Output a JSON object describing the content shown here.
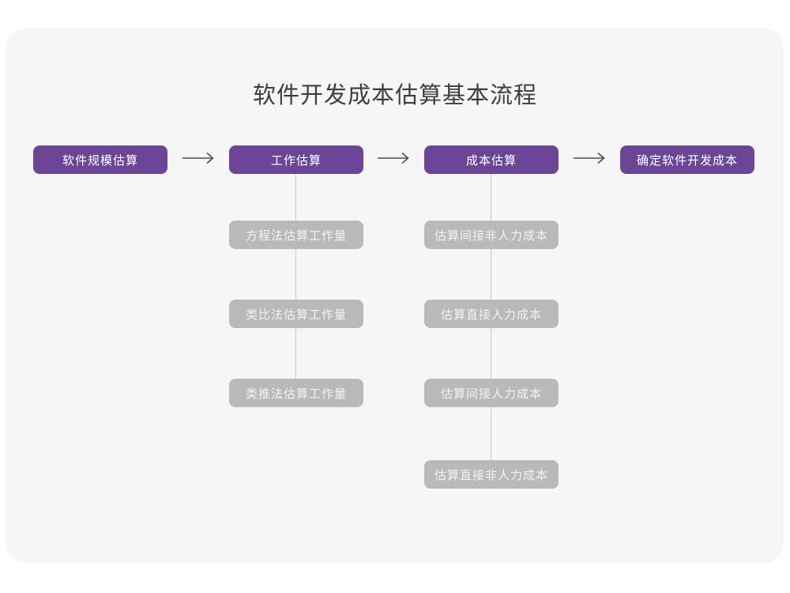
{
  "title": "软件开发成本估算基本流程",
  "colors": {
    "accent_purple": "#6b4596",
    "sub_step_gray": "#b9b9b9",
    "card_background": "#f6f6f6",
    "connector_line": "#c9c9c9",
    "arrow": "#4d4d4d",
    "title_text": "#3d3d3d"
  },
  "flow": {
    "main_steps": [
      "软件规模估算",
      "工作估算",
      "成本估算",
      "确定软件开发成本"
    ],
    "work_estimation_methods": [
      "方程法估算工作量",
      "类比法估算工作量",
      "类推法估算工作量"
    ],
    "cost_estimation_steps": [
      "估算间接非人力成本",
      "估算直接人力成本",
      "估算间接人力成本",
      "估算直接非人力成本"
    ]
  }
}
